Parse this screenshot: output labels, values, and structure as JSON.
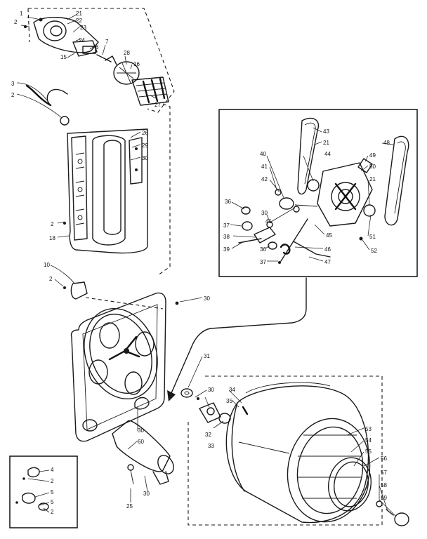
{
  "colors": {
    "ink": "#1a1a1a",
    "paper": "#ffffff"
  },
  "callouts": [
    {
      "id": "c1",
      "text": "1"
    },
    {
      "id": "c21a",
      "text": "21"
    },
    {
      "id": "c22",
      "text": "22"
    },
    {
      "id": "c2a",
      "text": "2"
    },
    {
      "id": "c23",
      "text": "23"
    },
    {
      "id": "c24",
      "text": "24"
    },
    {
      "id": "c15",
      "text": "15"
    },
    {
      "id": "c6",
      "text": "6"
    },
    {
      "id": "c7",
      "text": "7"
    },
    {
      "id": "c28",
      "text": "28"
    },
    {
      "id": "c16",
      "text": "16"
    },
    {
      "id": "c27",
      "text": "27"
    },
    {
      "id": "c3",
      "text": "3"
    },
    {
      "id": "c2b",
      "text": "2"
    },
    {
      "id": "c26",
      "text": "26"
    },
    {
      "id": "c29",
      "text": "29"
    },
    {
      "id": "c30a",
      "text": "30"
    },
    {
      "id": "c2c",
      "text": "2"
    },
    {
      "id": "c18",
      "text": "18"
    },
    {
      "id": "c10",
      "text": "10"
    },
    {
      "id": "c2d",
      "text": "2"
    },
    {
      "id": "c30b",
      "text": "30"
    },
    {
      "id": "c31",
      "text": "31"
    },
    {
      "id": "c30c",
      "text": "30"
    },
    {
      "id": "c32",
      "text": "32"
    },
    {
      "id": "c33",
      "text": "33"
    },
    {
      "id": "c34",
      "text": "34"
    },
    {
      "id": "c35",
      "text": "35"
    },
    {
      "id": "c30d",
      "text": "30"
    },
    {
      "id": "c60",
      "text": "60"
    },
    {
      "id": "c30e",
      "text": "30"
    },
    {
      "id": "c25",
      "text": "25"
    },
    {
      "id": "c53",
      "text": "53"
    },
    {
      "id": "c54",
      "text": "54"
    },
    {
      "id": "c55",
      "text": "55"
    },
    {
      "id": "c56",
      "text": "56"
    },
    {
      "id": "c57",
      "text": "57"
    },
    {
      "id": "c58",
      "text": "58"
    },
    {
      "id": "c59",
      "text": "59"
    },
    {
      "id": "c43",
      "text": "43"
    },
    {
      "id": "c21b",
      "text": "21"
    },
    {
      "id": "c44",
      "text": "44"
    },
    {
      "id": "c40",
      "text": "40"
    },
    {
      "id": "c41a",
      "text": "41"
    },
    {
      "id": "c42",
      "text": "42"
    },
    {
      "id": "c48",
      "text": "48"
    },
    {
      "id": "c49",
      "text": "49"
    },
    {
      "id": "c50",
      "text": "50"
    },
    {
      "id": "c21c",
      "text": "21"
    },
    {
      "id": "c36a",
      "text": "36"
    },
    {
      "id": "c30f",
      "text": "30"
    },
    {
      "id": "c37a",
      "text": "37"
    },
    {
      "id": "c38",
      "text": "38"
    },
    {
      "id": "c41b",
      "text": "41"
    },
    {
      "id": "c45",
      "text": "45"
    },
    {
      "id": "c51",
      "text": "51"
    },
    {
      "id": "c39",
      "text": "39"
    },
    {
      "id": "c36b",
      "text": "36"
    },
    {
      "id": "c46",
      "text": "46"
    },
    {
      "id": "c52",
      "text": "52"
    },
    {
      "id": "c37b",
      "text": "37"
    },
    {
      "id": "c47",
      "text": "47"
    },
    {
      "id": "c4",
      "text": "4"
    },
    {
      "id": "c2e",
      "text": "2"
    },
    {
      "id": "c5a",
      "text": "5"
    },
    {
      "id": "c5b",
      "text": "5"
    },
    {
      "id": "c2f",
      "text": "2"
    }
  ]
}
